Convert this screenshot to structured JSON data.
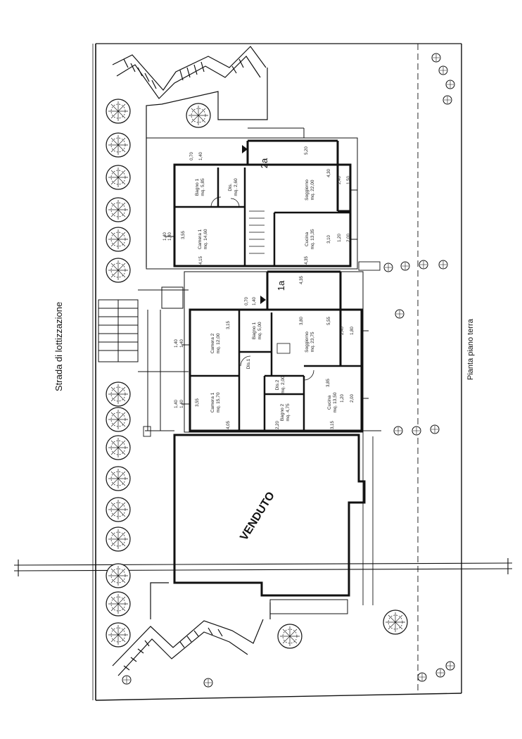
{
  "labels": {
    "road": "Strada di lottizzazione",
    "plan": "Pianta piano terra",
    "sold": "VENDUTO",
    "unit_2a": "2a",
    "unit_1a": "1a"
  },
  "units": {
    "unit_2a": {
      "rooms": [
        {
          "name": "Bagno 1",
          "area": "mq. 5,85"
        },
        {
          "name": "Dis.",
          "area": "mq. 2,60"
        },
        {
          "name": "Soggiorno",
          "area": "mq. 22,00"
        },
        {
          "name": "Camera 1",
          "area": "mq. 14,60"
        },
        {
          "name": "Cucina",
          "area": "mq. 13,35"
        }
      ],
      "dimensions": [
        "0,70",
        "1,40",
        "2,40",
        "1,50",
        "1,40",
        "1,40",
        "1,20",
        "2,00",
        "4,15",
        "4,35",
        "5,20",
        "4,30",
        "3,10",
        "3,55"
      ]
    },
    "unit_1a": {
      "rooms": [
        {
          "name": "Camera 2",
          "area": "mq. 12,00"
        },
        {
          "name": "Bagno 1",
          "area": "mq. 5,00"
        },
        {
          "name": "Dis.1",
          "area": ""
        },
        {
          "name": "Soggiorno",
          "area": "mq. 23,75"
        },
        {
          "name": "Dis.2",
          "area": "mq. 2,00"
        },
        {
          "name": "Camera 1",
          "area": "mq. 15,70"
        },
        {
          "name": "Bagno 2",
          "area": "mq. 4,75"
        },
        {
          "name": "Cucina",
          "area": "mq. 13,50"
        }
      ],
      "dimensions": [
        "0,70",
        "1,40",
        "2,40",
        "1,80",
        "1,40",
        "1,40",
        "1,40",
        "1,40",
        "1,20",
        "2,00",
        "4,35",
        "5,55",
        "3,15",
        "4,05",
        "3,15",
        "2,20",
        "3,80",
        "3,55",
        "3,85"
      ]
    }
  }
}
